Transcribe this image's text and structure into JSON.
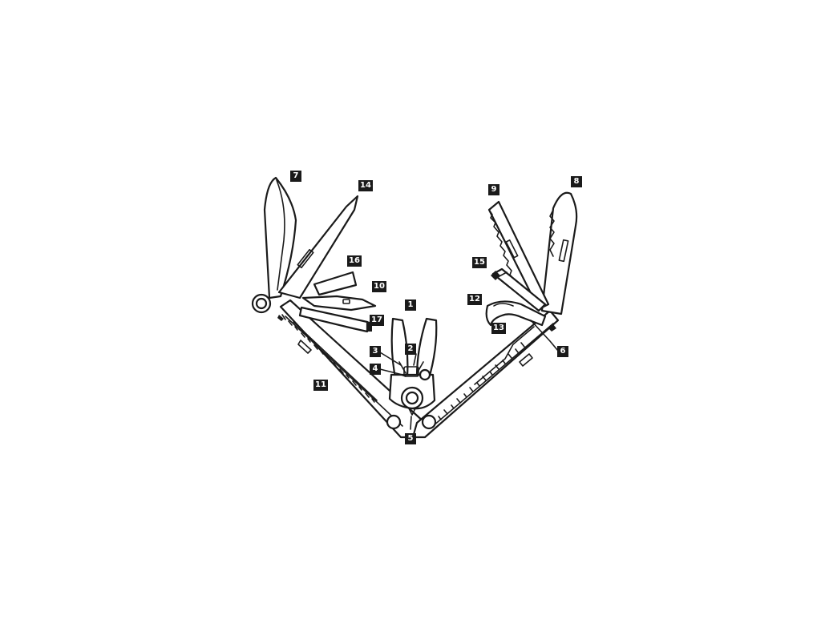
{
  "callouts": [
    {
      "id": "callout-1",
      "label": "1"
    },
    {
      "id": "callout-2",
      "label": "2"
    },
    {
      "id": "callout-3",
      "label": "3"
    },
    {
      "id": "callout-4",
      "label": "4"
    },
    {
      "id": "callout-5",
      "label": "5"
    },
    {
      "id": "callout-6",
      "label": "6"
    },
    {
      "id": "callout-7",
      "label": "7"
    },
    {
      "id": "callout-8",
      "label": "8"
    },
    {
      "id": "callout-9",
      "label": "9"
    },
    {
      "id": "callout-10",
      "label": "10"
    },
    {
      "id": "callout-11",
      "label": "11"
    },
    {
      "id": "callout-12",
      "label": "12"
    },
    {
      "id": "callout-13",
      "label": "13"
    },
    {
      "id": "callout-14",
      "label": "14"
    },
    {
      "id": "callout-15",
      "label": "15"
    },
    {
      "id": "callout-16",
      "label": "16"
    },
    {
      "id": "callout-17",
      "label": "17"
    }
  ],
  "colors": {
    "ink": "#1a1a1a",
    "background": "#ffffff",
    "tag_text": "#ffffff"
  }
}
